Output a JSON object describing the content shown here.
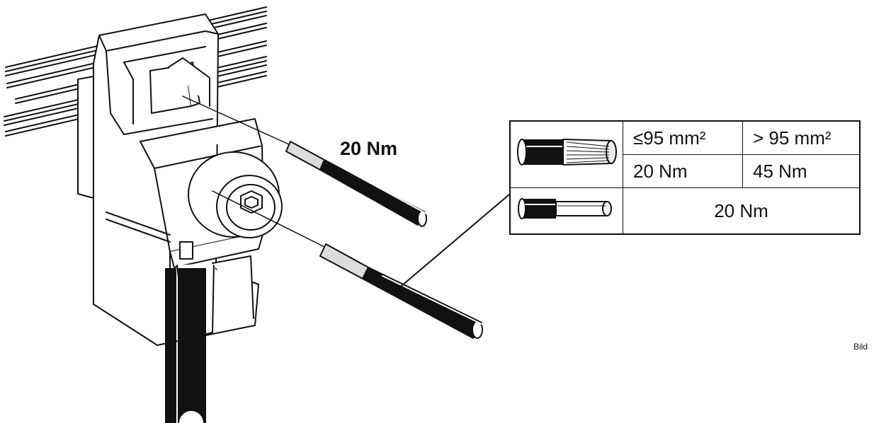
{
  "illustration": {
    "torque_label": "20 Nm",
    "figure_label": "Bild"
  },
  "torque_table": {
    "stranded_conductor": {
      "icon": "stranded-cable-icon",
      "size_small": "≤95 mm²",
      "size_large": "> 95 mm²",
      "torque_small": "20 Nm",
      "torque_large": "45 Nm"
    },
    "solid_conductor": {
      "icon": "solid-cable-icon",
      "torque": "20 Nm"
    }
  },
  "colors": {
    "line": "#111111",
    "background": "#ffffff",
    "conductor_fill": "#dcdcdc"
  }
}
